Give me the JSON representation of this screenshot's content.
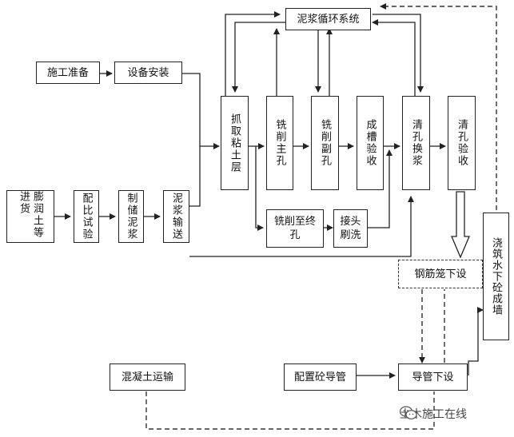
{
  "nodes": {
    "shigong_zhunbei": "施工准备",
    "shebei_anzhuang": "设备安装",
    "nijiang_xunhuan": "泥浆循环系统",
    "pengrun_tu": "膨润土等进货",
    "peibi_shiyan": "配比试验",
    "zhichu_nijiang": "制储泥浆",
    "nijiang_shusong": "泥浆输送",
    "zhuaqu_niantu": "抓取粘土层",
    "xiaoxue_zhukong": "铣削主孔",
    "xiaoxue_fukong": "铣削副孔",
    "chengcao_yanshou": "成槽验收",
    "qingkong_huanjiang": "清孔换浆",
    "qingkong_yanshou": "清孔验收",
    "xiaoxue_zhi_zhongkong": "铣削至终孔",
    "jietou_shuaxi": "接头刷洗",
    "gangjinlong_xiashe": "钢筋笼下设",
    "jiaozhu_shuixia": "浇筑水下砼成墙",
    "hunningtu_yunshu": "混凝土运输",
    "peizhi_daoguan": "配置砼导管",
    "daoguan_xiashe": "导管下设"
  },
  "watermark": {
    "text": "土木施工在线",
    "icon": "wechat-icon"
  },
  "colors": {
    "line": "#222222",
    "background": "#ffffff"
  }
}
